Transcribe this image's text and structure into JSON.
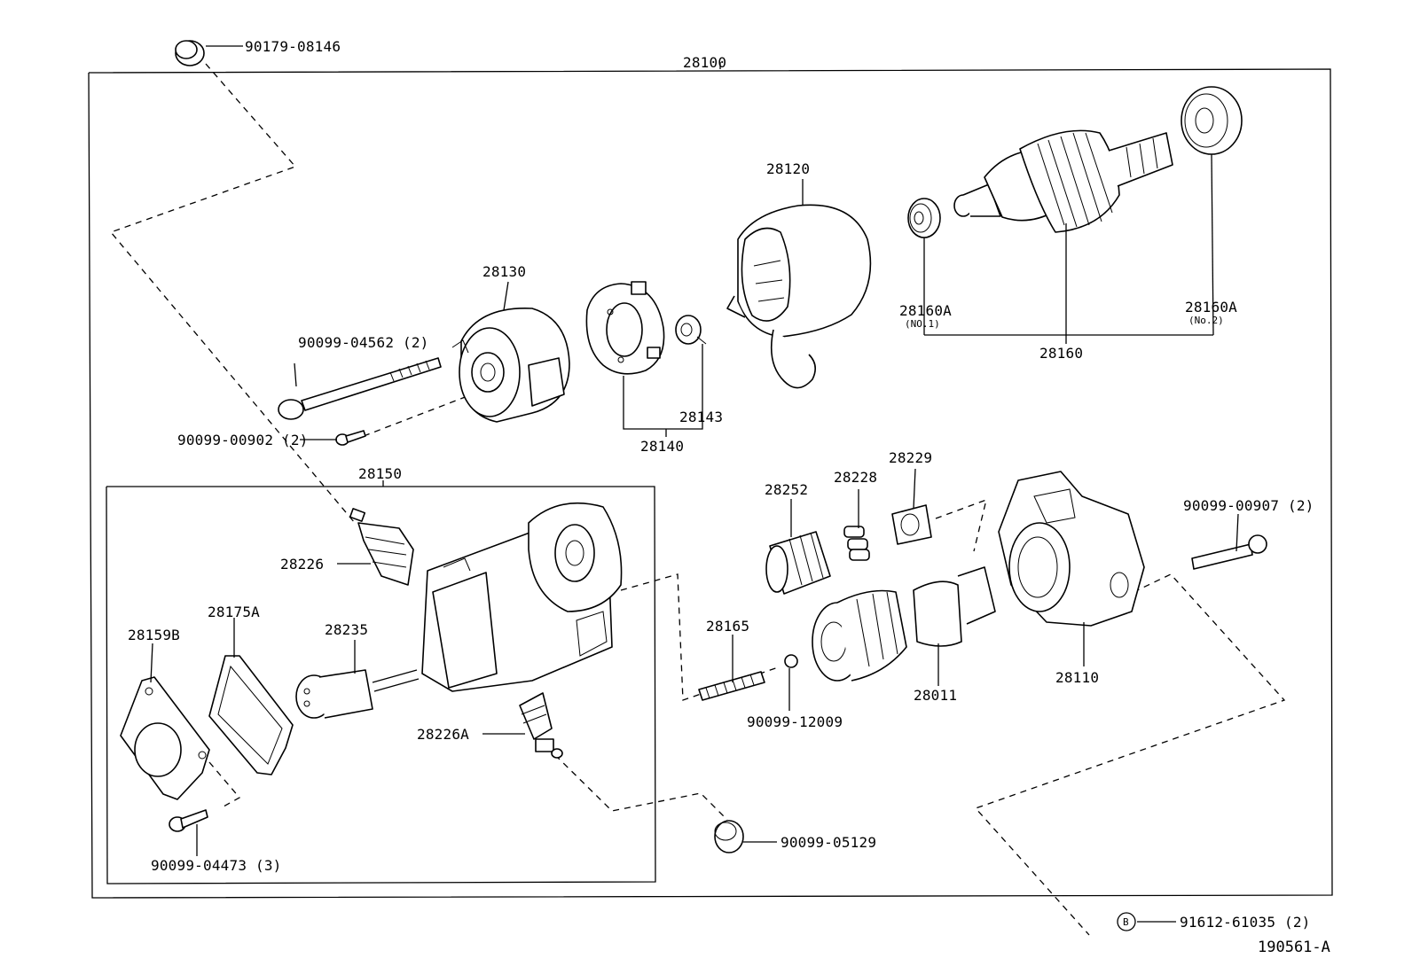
{
  "diagram": {
    "catalog_code": "190561-A",
    "assembly": {
      "starter_assy": "28100",
      "housing_assy": "28150"
    },
    "parts": {
      "p90179_08146": "90179-08146",
      "p90099_04562": "90099-04562 (2)",
      "p90099_00902": "90099-00902 (2)",
      "p28130": "28130",
      "p28140": "28140",
      "p28143": "28143",
      "p28120": "28120",
      "p28160a_1": "28160A",
      "p28160a_1_note": "(NO.1)",
      "p28160a_2": "28160A",
      "p28160a_2_note": "(No.2)",
      "p28160": "28160",
      "p28226": "28226",
      "p28175a": "28175A",
      "p28159b": "28159B",
      "p28235": "28235",
      "p28226a": "28226A",
      "p90099_04473": "90099-04473 (3)",
      "p90099_05129": "90099-05129",
      "p28165": "28165",
      "p90099_12009": "90099-12009",
      "p28252": "28252",
      "p28228": "28228",
      "p28229": "28229",
      "p28011": "28011",
      "p28110": "28110",
      "p90099_00907": "90099-00907 (2)",
      "p91612_61035": "91612-61035 (2)",
      "b_marker": "B"
    }
  }
}
